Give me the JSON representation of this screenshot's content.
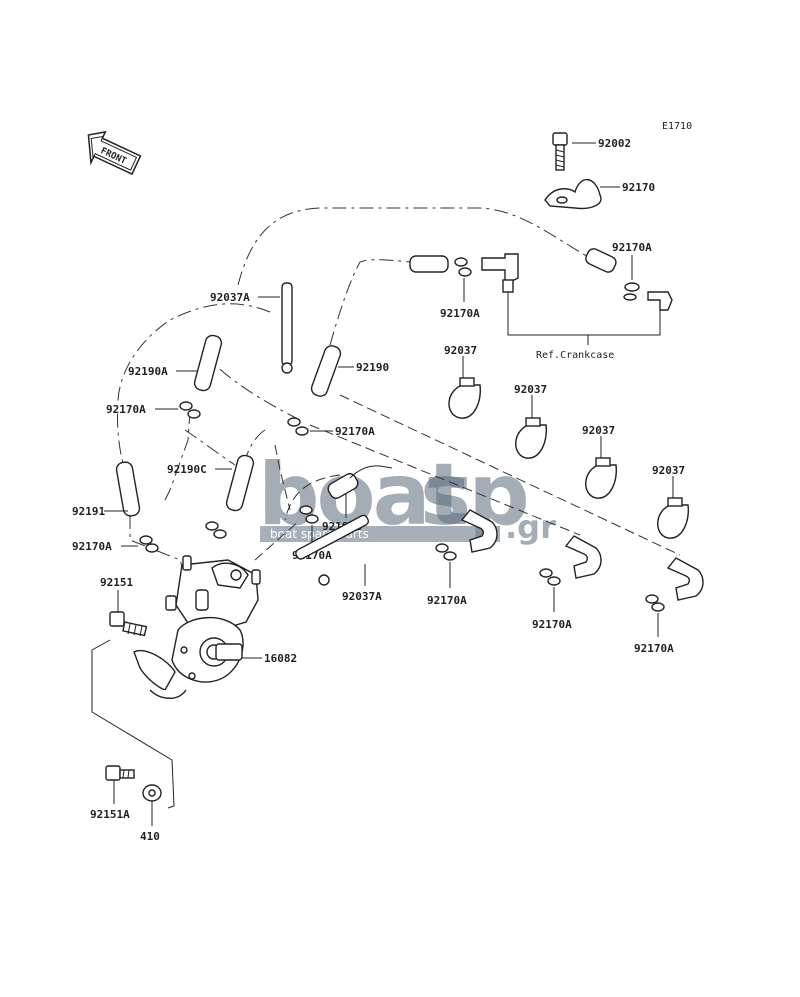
{
  "diagram_code": "E1710",
  "front_arrow_label": "FRONT",
  "ref_crankcase": "Ref.Crankcase",
  "watermark": {
    "brand_left": "boat",
    "brand_right": "sp",
    "domain_suffix": ".gr",
    "tagline": "boat spare parts",
    "color": "#5a6b7c"
  },
  "labels": {
    "p92002": "92002",
    "p92170": "92170",
    "p92170A_tr": "92170A",
    "p92170A_top": "92170A",
    "p92037A_top": "92037A",
    "p92190": "92190",
    "p92037_1": "92037",
    "p92037_2": "92037",
    "p92037_3": "92037",
    "p92037_4": "92037",
    "p92190A": "92190A",
    "p92170A_l1": "92170A",
    "p92170A_mid": "92170A",
    "p92190C": "92190C",
    "p92191": "92191",
    "p92190B": "92190B",
    "p92170A_l2": "92170A",
    "p92170A_c": "92170A",
    "p92151": "92151",
    "p92037A_bot": "92037A",
    "p92170A_b1": "92170A",
    "p92170A_b2": "92170A",
    "p92170A_b3": "92170A",
    "p16082": "16082",
    "p92151A": "92151A",
    "p410": "410"
  }
}
